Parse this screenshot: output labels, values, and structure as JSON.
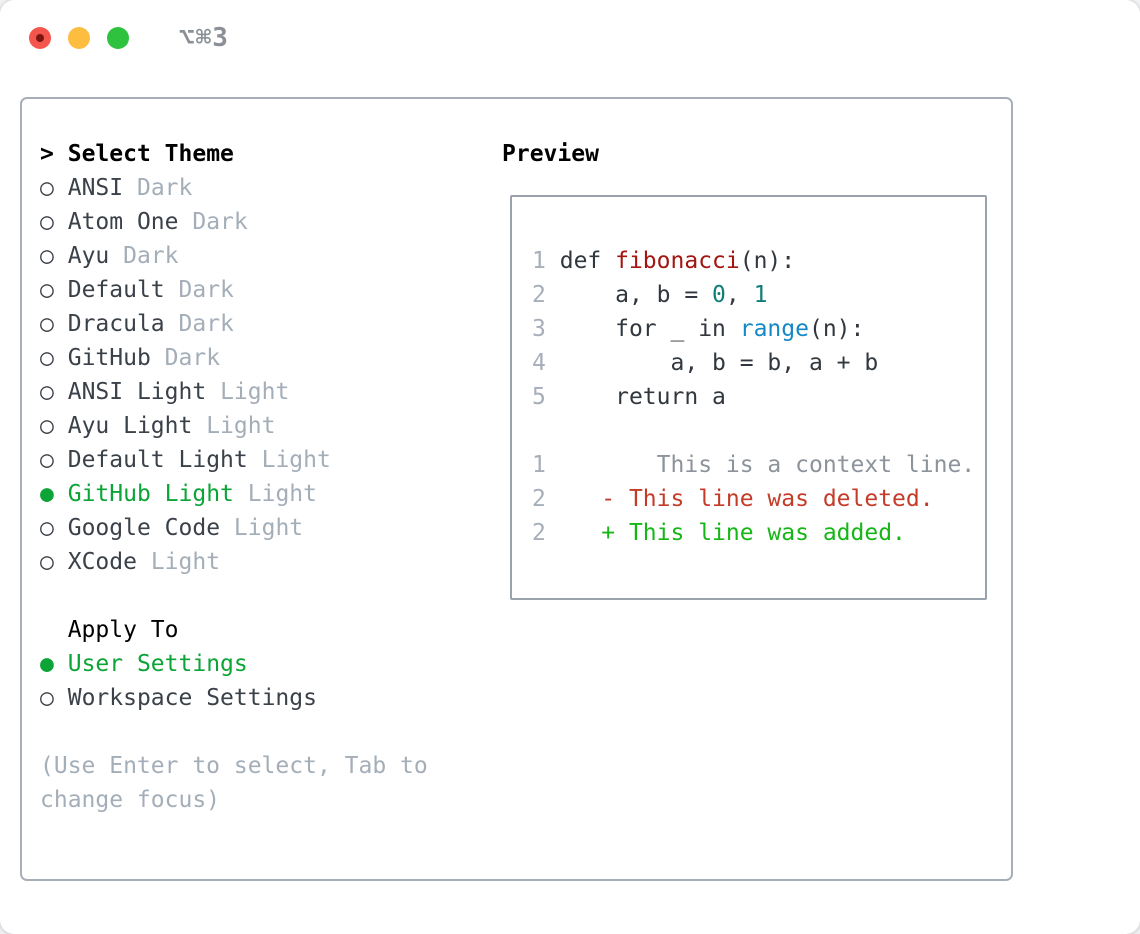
{
  "window": {
    "title": "⌥⌘3"
  },
  "titlebar": {
    "buttons": [
      {
        "name": "close"
      },
      {
        "name": "minimize"
      },
      {
        "name": "zoom"
      }
    ]
  },
  "theme_picker": {
    "cursor": ">",
    "title": "Select Theme",
    "bullet_selected": "●",
    "bullet_unselected": "○",
    "items": [
      {
        "name": "ANSI",
        "tag": "Dark",
        "selected": false
      },
      {
        "name": "Atom One",
        "tag": "Dark",
        "selected": false
      },
      {
        "name": "Ayu",
        "tag": "Dark",
        "selected": false
      },
      {
        "name": "Default",
        "tag": "Dark",
        "selected": false
      },
      {
        "name": "Dracula",
        "tag": "Dark",
        "selected": false
      },
      {
        "name": "GitHub",
        "tag": "Dark",
        "selected": false
      },
      {
        "name": "ANSI Light",
        "tag": "Light",
        "selected": false
      },
      {
        "name": "Ayu Light",
        "tag": "Light",
        "selected": false
      },
      {
        "name": "Default Light",
        "tag": "Light",
        "selected": false
      },
      {
        "name": "GitHub Light",
        "tag": "Light",
        "selected": true
      },
      {
        "name": "Google Code",
        "tag": "Light",
        "selected": false
      },
      {
        "name": "XCode",
        "tag": "Light",
        "selected": false
      }
    ]
  },
  "apply_to": {
    "title": "Apply To",
    "options": [
      {
        "name": "User Settings",
        "selected": true
      },
      {
        "name": "Workspace Settings",
        "selected": false
      }
    ]
  },
  "hint": {
    "lines": [
      "(Use Enter to select, Tab to",
      "change focus)"
    ]
  },
  "preview": {
    "title": "Preview",
    "lines": [
      {
        "num": "1",
        "segments": [
          {
            "t": "def ",
            "c": "plain"
          },
          {
            "t": "fibonacci",
            "c": "func"
          },
          {
            "t": "(n):",
            "c": "plain"
          }
        ]
      },
      {
        "num": "2",
        "segments": [
          {
            "t": "    a, b = ",
            "c": "plain"
          },
          {
            "t": "0",
            "c": "num"
          },
          {
            "t": ", ",
            "c": "plain"
          },
          {
            "t": "1",
            "c": "num"
          }
        ]
      },
      {
        "num": "3",
        "segments": [
          {
            "t": "    for _ in ",
            "c": "plain"
          },
          {
            "t": "range",
            "c": "builtin"
          },
          {
            "t": "(n):",
            "c": "plain"
          }
        ]
      },
      {
        "num": "4",
        "segments": [
          {
            "t": "        a, b = b, a + b",
            "c": "plain"
          }
        ]
      },
      {
        "num": "5",
        "segments": [
          {
            "t": "    return a",
            "c": "plain"
          }
        ]
      },
      {
        "num": "",
        "segments": []
      },
      {
        "num": "1",
        "segments": [
          {
            "t": "       This is a context line.",
            "c": "ctx"
          }
        ]
      },
      {
        "num": "2",
        "segments": [
          {
            "t": "   - This line was deleted.",
            "c": "del"
          }
        ]
      },
      {
        "num": "2",
        "segments": [
          {
            "t": "   + This line was added.",
            "c": "add"
          }
        ]
      }
    ]
  },
  "colors": {
    "accent_green": "#0ca437",
    "added_green": "#17b617",
    "deleted_red": "#c43c28",
    "function_red": "#a21511",
    "number_teal": "#0f7d78",
    "builtin_blue": "#1488c6",
    "muted_gray": "#a4aeb9",
    "traffic_red": "#f4564e",
    "traffic_yellow": "#fdbd3e",
    "traffic_green": "#2ec23e"
  }
}
